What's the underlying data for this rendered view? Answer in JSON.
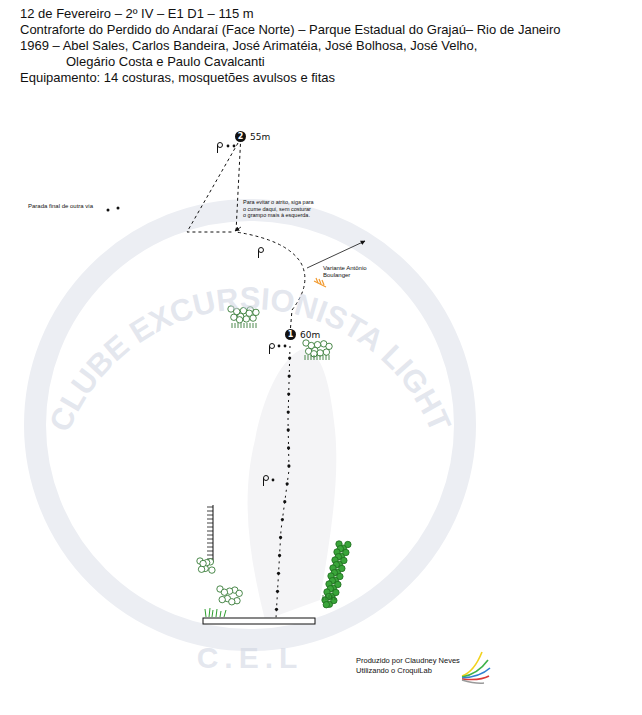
{
  "diagram": {
    "title": "12 de Fevereiro – 2º IV – E1 D1 – 115 m",
    "nodes": [
      {
        "text": [
          "2",
          "55m"
        ]
      },
      {
        "text": [
          "1",
          "60m"
        ]
      }
    ],
    "edges": [
      {
        "from": 1,
        "to": 0,
        "arrow": "none"
      }
    ],
    "labels": [
      "Contraforte do Perdido do Andaraí (Face Norte) – Parque Estadual do Grajaú– Rio de Janeiro",
      "1969 – Abel Sales, Carlos Bandeira, José Arimatéia, José Bolhosa, José Velho, Olegário Costa e Paulo Cavalcanti",
      "Equipamento: 14 costuras, mosquetões avulsos e fitas",
      "CLUBE EXCURSIONISTA LIGHT",
      "C.E.L",
      "Parada final de outra via",
      "Para evitar o atrito, siga para o cume daqui, sem costurar o grampo mais à esquerda.",
      "Variante Antônio Boulanger",
      "Produzido por Claudney Neves",
      "Utilizando o CroquiLab"
    ]
  }
}
